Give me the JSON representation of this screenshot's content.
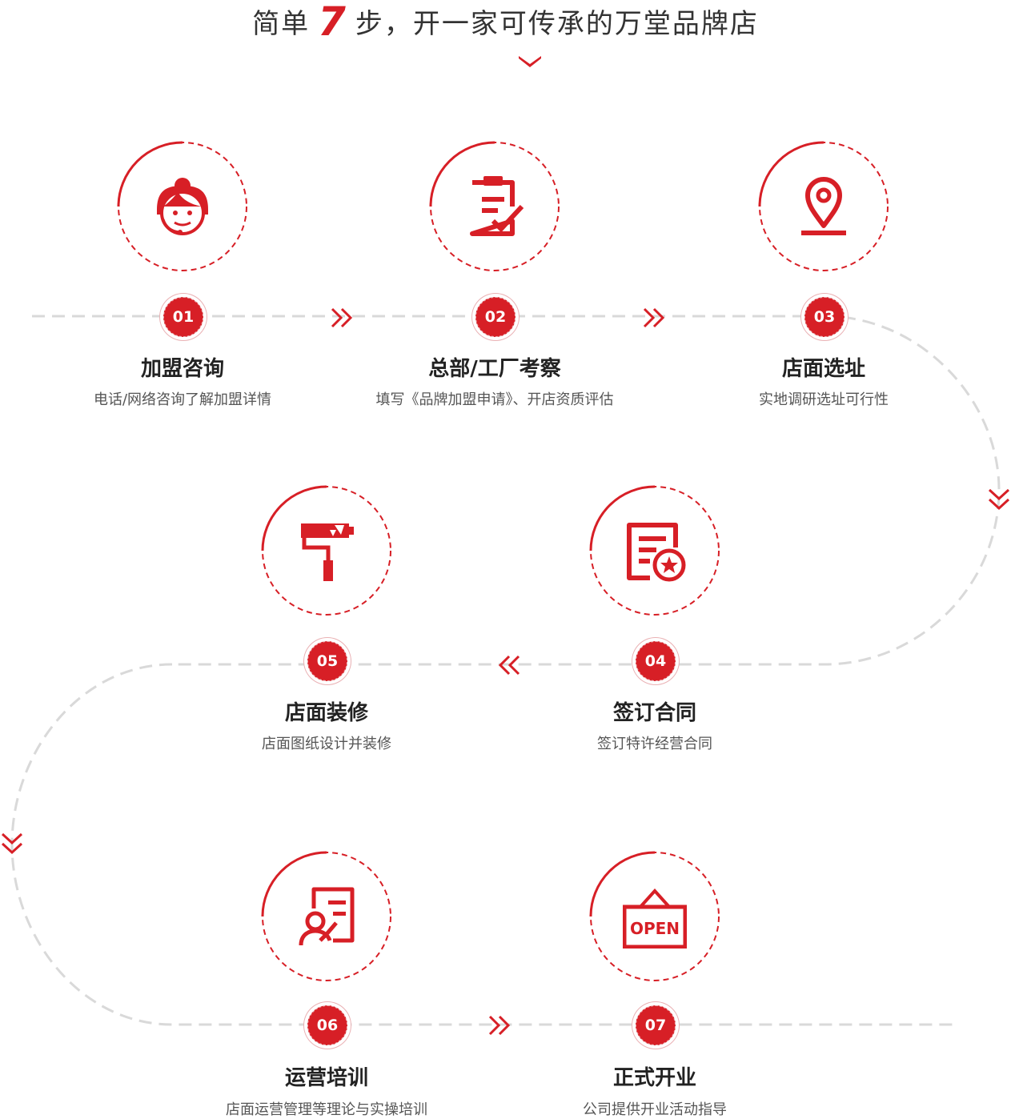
{
  "header": {
    "prefix": "简单",
    "number": "7",
    "suffix": "步，开一家可传承的万堂品牌店"
  },
  "accent_color": "#d71f26",
  "steps": [
    {
      "num": "01",
      "title": "加盟咨询",
      "desc": "电话/网络咨询了解加盟详情",
      "icon": "customer-service-icon"
    },
    {
      "num": "02",
      "title": "总部/工厂考察",
      "desc": "填写《品牌加盟申请》、开店资质评估",
      "icon": "clipboard-check-icon"
    },
    {
      "num": "03",
      "title": "店面选址",
      "desc": "实地调研选址可行性",
      "icon": "location-pin-icon"
    },
    {
      "num": "04",
      "title": "签订合同",
      "desc": "签订特许经营合同",
      "icon": "contract-star-icon"
    },
    {
      "num": "05",
      "title": "店面装修",
      "desc": "店面图纸设计并装修",
      "icon": "paint-roller-icon"
    },
    {
      "num": "06",
      "title": "运营培训",
      "desc": "店面运营管理等理论与实操培训",
      "icon": "training-doc-icon"
    },
    {
      "num": "07",
      "title": "正式开业",
      "desc": "公司提供开业活动指导",
      "icon": "open-sign-icon"
    }
  ],
  "open_sign_text": "OPEN"
}
